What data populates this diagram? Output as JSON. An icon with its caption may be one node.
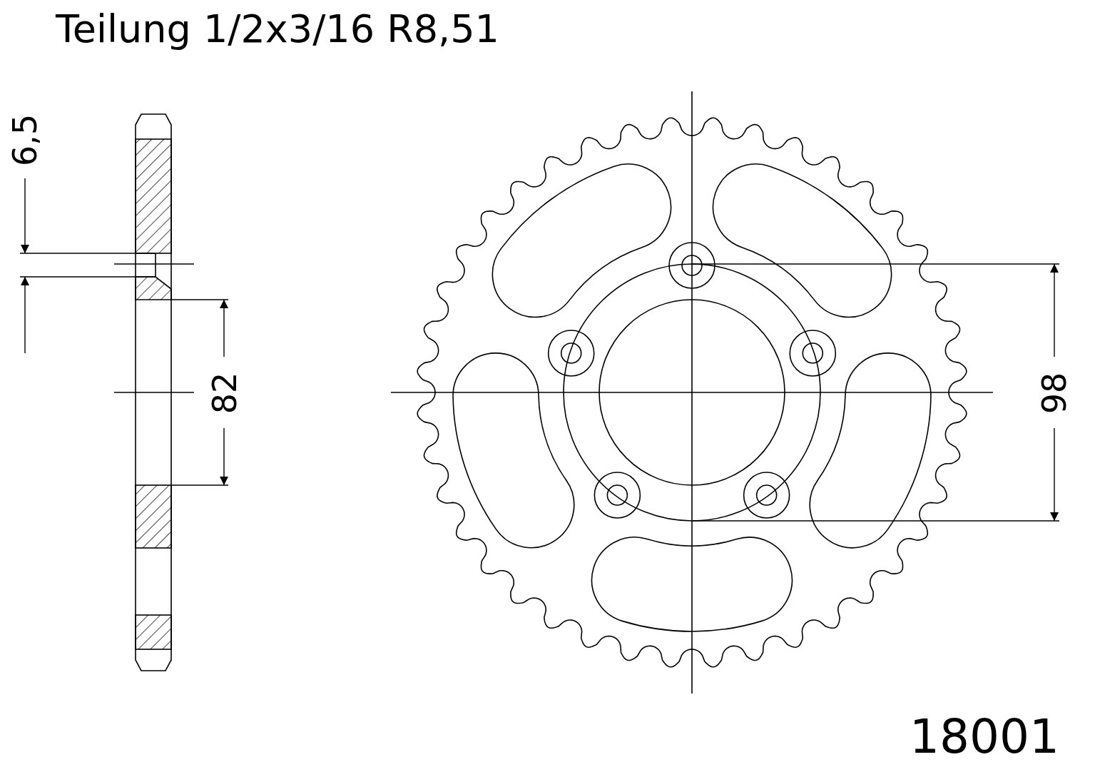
{
  "diagram": {
    "title": "Teilung 1/2x3/16 R8,51",
    "labels": [
      "6,5",
      "82",
      "98",
      "18001"
    ]
  }
}
